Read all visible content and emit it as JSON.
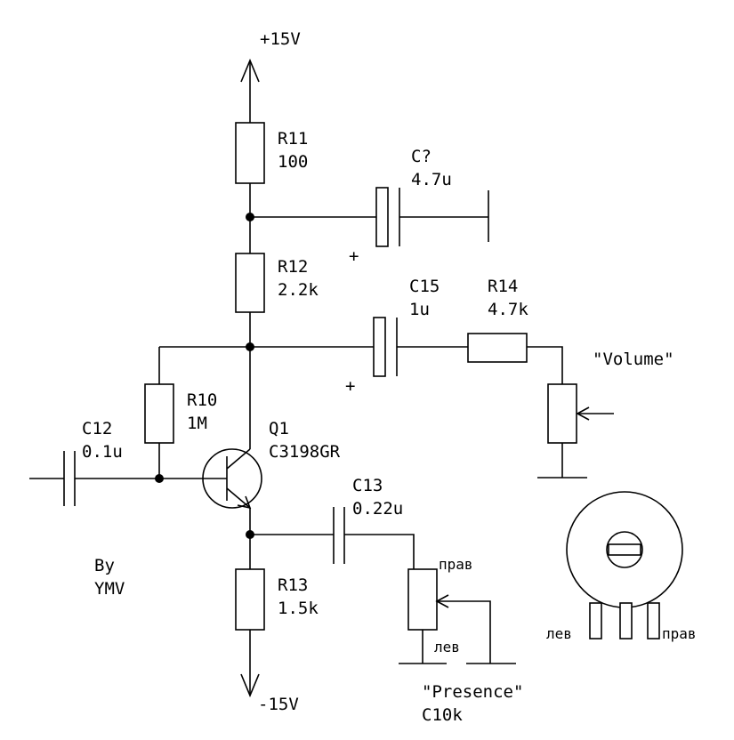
{
  "supply_pos": "+15V",
  "supply_neg": "-15V",
  "parts": {
    "r11": {
      "ref": "R11",
      "value": "100"
    },
    "c_unk": {
      "ref": "C?",
      "value": "4.7u"
    },
    "r12": {
      "ref": "R12",
      "value": "2.2k"
    },
    "c15": {
      "ref": "C15",
      "value": "1u"
    },
    "r14": {
      "ref": "R14",
      "value": "4.7k"
    },
    "volume": {
      "name": "\"Volume\""
    },
    "r10": {
      "ref": "R10",
      "value": "1M"
    },
    "c12": {
      "ref": "C12",
      "value": "0.1u"
    },
    "q1": {
      "ref": "Q1",
      "value": "C3198GR"
    },
    "c13": {
      "ref": "C13",
      "value": "0.22u"
    },
    "r13": {
      "ref": "R13",
      "value": "1.5k"
    },
    "presence": {
      "name": "\"Presence\"",
      "value": "C10k",
      "right_label": "прав",
      "left_label": "лев"
    }
  },
  "polarity_mark": "+",
  "author": {
    "line1": "By",
    "line2": "YMV"
  },
  "pot_pinout": {
    "left_label": "лев",
    "right_label": "прав"
  }
}
